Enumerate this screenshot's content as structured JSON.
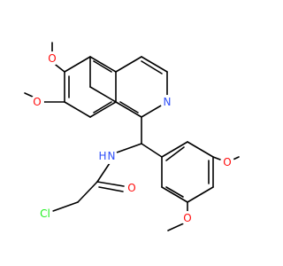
{
  "molecule": {
    "atom_labels": {
      "o_top": "O",
      "o_mid": "O",
      "n_ring": "N",
      "n_amide": "N",
      "h_amide": "H",
      "o_carbonyl": "O",
      "cl": "Cl",
      "o_right": "O",
      "o_lower": "O"
    },
    "colors": {
      "oxygen": "#ff0d0d",
      "nitrogen": "#3050f8",
      "chlorine": "#1ff01f",
      "bond": "#000000"
    }
  }
}
